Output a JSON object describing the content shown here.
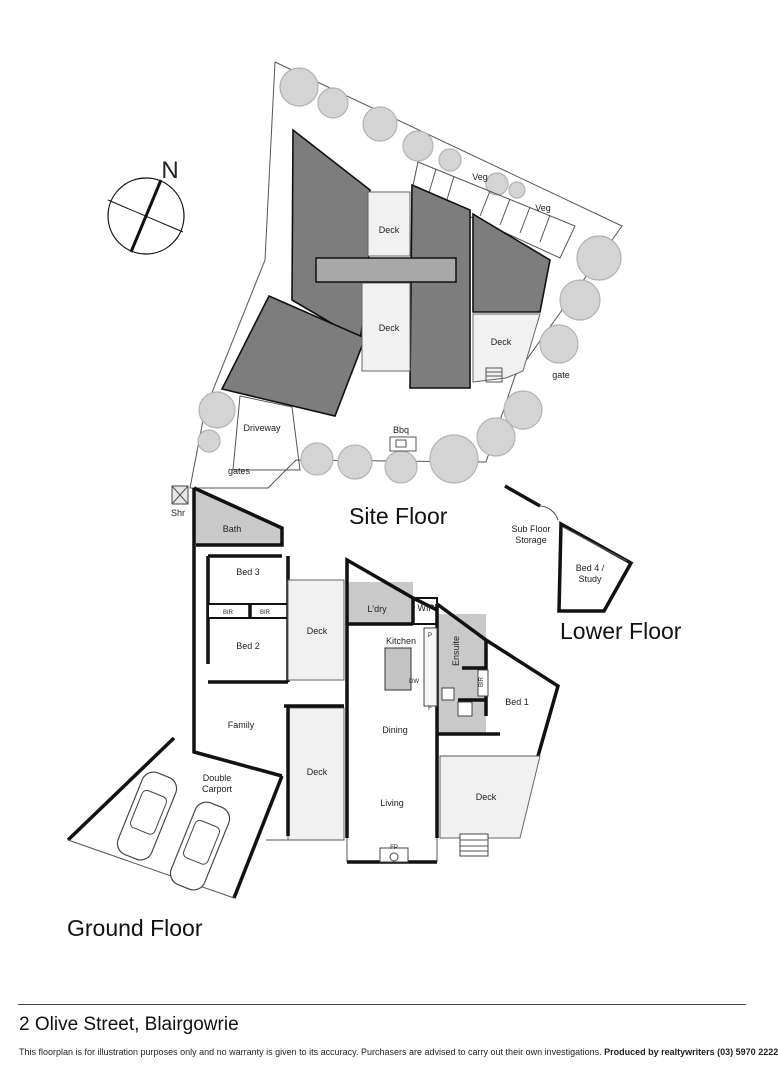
{
  "site": {
    "title": "Site Floor",
    "north": "N",
    "labels": {
      "deck_upper": "Deck",
      "deck_middle": "Deck",
      "deck_right": "Deck",
      "veg_1": "Veg",
      "veg_2": "Veg",
      "driveway": "Driveway",
      "bbq": "Bbq",
      "gates": "gates",
      "gate": "gate"
    }
  },
  "lower": {
    "title": "Lower Floor",
    "sub_floor_line1": "Sub Floor",
    "sub_floor_line2": "Storage",
    "bed4_line1": "Bed 4 /",
    "bed4_line2": "Study"
  },
  "ground": {
    "title": "Ground Floor",
    "rooms": {
      "shr": "Shr",
      "bath": "Bath",
      "bed3": "Bed 3",
      "bir_a": "BIR",
      "bir_b": "BIR",
      "bed2": "Bed 2",
      "deck_left_upper": "Deck",
      "family": "Family",
      "carport_line1": "Double",
      "carport_line2": "Carport",
      "deck_left_lower": "Deck",
      "ldry": "L'dry",
      "wip": "WIP",
      "kitchen": "Kitchen",
      "pantry": "P",
      "dw": "DW",
      "fridge": "F",
      "ensuite": "Ensuite",
      "bir_c": "BIR",
      "bed1": "Bed 1",
      "dining": "Dining",
      "living": "Living",
      "fp": "FP",
      "deck_right": "Deck"
    }
  },
  "footer": {
    "address": "2 Olive Street, Blairgowrie",
    "disclaimer": "This floorplan is for illustration purposes only and no warranty is given to its accuracy. Purchasers are advised to carry out their own investigations.",
    "credit": "Produced by realtywriters (03) 5970 2222"
  }
}
